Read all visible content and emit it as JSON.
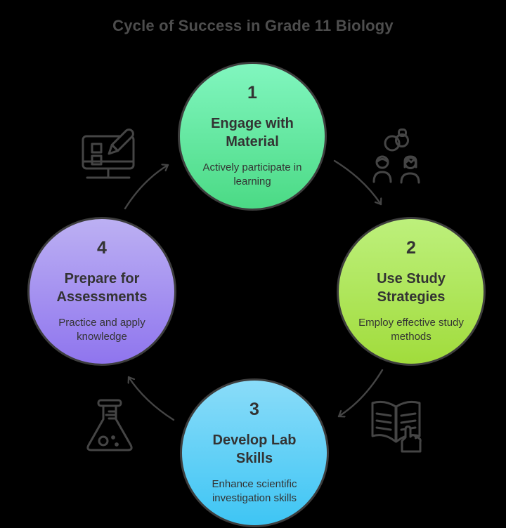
{
  "diagram": {
    "type": "cycle",
    "flow": "clockwise",
    "title": "Cycle of Success in Grade 11 Biology",
    "title_color": "#4d4d4d",
    "background_color": "#000000",
    "stroke_color": "#454545"
  },
  "steps": [
    {
      "number": "1",
      "label": "Engage with Material",
      "description": "Actively participate in learning",
      "position": "top",
      "gradient_top": "#81f6bf",
      "gradient_bottom": "#4bda85",
      "border_color": "#3d3d3d",
      "text_color": "#333333"
    },
    {
      "number": "2",
      "label": "Use Study Strategies",
      "description": "Employ effective study methods",
      "position": "right",
      "gradient_top": "#bdf07c",
      "gradient_bottom": "#a1dc3c",
      "border_color": "#3d3d3d",
      "text_color": "#333333"
    },
    {
      "number": "3",
      "label": "Develop Lab Skills",
      "description": "Enhance scientific investigation skills",
      "position": "bottom",
      "gradient_top": "#8adcf9",
      "gradient_bottom": "#3ec5f4",
      "border_color": "#3d3d3d",
      "text_color": "#333333"
    },
    {
      "number": "4",
      "label": "Prepare for Assessments",
      "description": "Practice and apply knowledge",
      "position": "left",
      "gradient_top": "#bcb0f3",
      "gradient_bottom": "#8f75ee",
      "border_color": "#3d3d3d",
      "text_color": "#333333"
    }
  ],
  "icons": [
    {
      "name": "monitor-pencil-icon",
      "position": "top-left"
    },
    {
      "name": "collaboration-people-icon",
      "position": "top-right"
    },
    {
      "name": "open-book-pointer-icon",
      "position": "bottom-right"
    },
    {
      "name": "lab-flask-icon",
      "position": "bottom-left"
    }
  ],
  "arrows": {
    "count": 4,
    "direction": "clockwise",
    "style": "curved-open-head"
  }
}
